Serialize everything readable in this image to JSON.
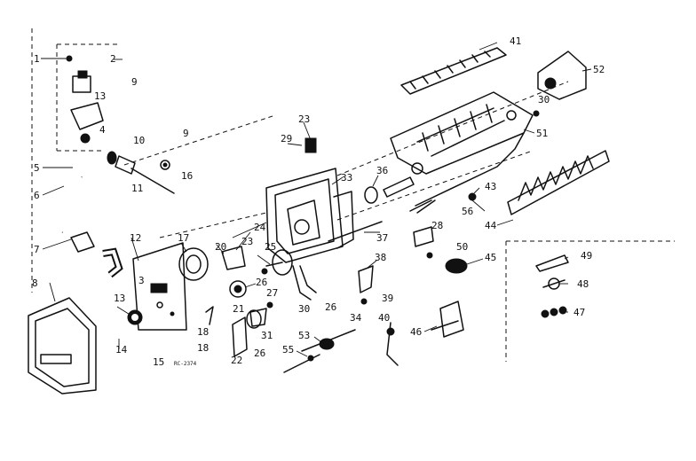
{
  "figure_code": "RC-2374",
  "callouts": [
    {
      "id": "c1",
      "label": "1"
    },
    {
      "id": "c2",
      "label": "2"
    },
    {
      "id": "c3",
      "label": "3"
    },
    {
      "id": "c4",
      "label": "4"
    },
    {
      "id": "c5",
      "label": "5"
    },
    {
      "id": "c6",
      "label": "6"
    },
    {
      "id": "c7",
      "label": "7"
    },
    {
      "id": "c8",
      "label": "8"
    },
    {
      "id": "c9a",
      "label": "9"
    },
    {
      "id": "c9b",
      "label": "9"
    },
    {
      "id": "c10",
      "label": "10"
    },
    {
      "id": "c11",
      "label": "11"
    },
    {
      "id": "c12",
      "label": "12"
    },
    {
      "id": "c13a",
      "label": "13"
    },
    {
      "id": "c13b",
      "label": "13"
    },
    {
      "id": "c14",
      "label": "14"
    },
    {
      "id": "c15",
      "label": "15"
    },
    {
      "id": "c16",
      "label": "16"
    },
    {
      "id": "c17",
      "label": "17"
    },
    {
      "id": "c18a",
      "label": "18"
    },
    {
      "id": "c18b",
      "label": "18"
    },
    {
      "id": "c20",
      "label": "20"
    },
    {
      "id": "c21",
      "label": "21"
    },
    {
      "id": "c22",
      "label": "22"
    },
    {
      "id": "c23a",
      "label": "23"
    },
    {
      "id": "c23b",
      "label": "23"
    },
    {
      "id": "c24",
      "label": "24"
    },
    {
      "id": "c25",
      "label": "25"
    },
    {
      "id": "c26a",
      "label": "26"
    },
    {
      "id": "c26b",
      "label": "26"
    },
    {
      "id": "c26c",
      "label": "26"
    },
    {
      "id": "c27",
      "label": "27"
    },
    {
      "id": "c28",
      "label": "28"
    },
    {
      "id": "c29",
      "label": "29"
    },
    {
      "id": "c30a",
      "label": "30"
    },
    {
      "id": "c30b",
      "label": "30"
    },
    {
      "id": "c31",
      "label": "31"
    },
    {
      "id": "c33",
      "label": "33"
    },
    {
      "id": "c34",
      "label": "34"
    },
    {
      "id": "c36",
      "label": "36"
    },
    {
      "id": "c37",
      "label": "37"
    },
    {
      "id": "c38",
      "label": "38"
    },
    {
      "id": "c39",
      "label": "39"
    },
    {
      "id": "c40",
      "label": "40"
    },
    {
      "id": "c41",
      "label": "41"
    },
    {
      "id": "c43",
      "label": "43"
    },
    {
      "id": "c44",
      "label": "44"
    },
    {
      "id": "c45",
      "label": "45"
    },
    {
      "id": "c46",
      "label": "46"
    },
    {
      "id": "c47",
      "label": "47"
    },
    {
      "id": "c48",
      "label": "48"
    },
    {
      "id": "c49",
      "label": "49"
    },
    {
      "id": "c50",
      "label": "50"
    },
    {
      "id": "c51",
      "label": "51"
    },
    {
      "id": "c52",
      "label": "52"
    },
    {
      "id": "c53",
      "label": "53"
    },
    {
      "id": "c55",
      "label": "55"
    },
    {
      "id": "c56",
      "label": "56"
    }
  ]
}
